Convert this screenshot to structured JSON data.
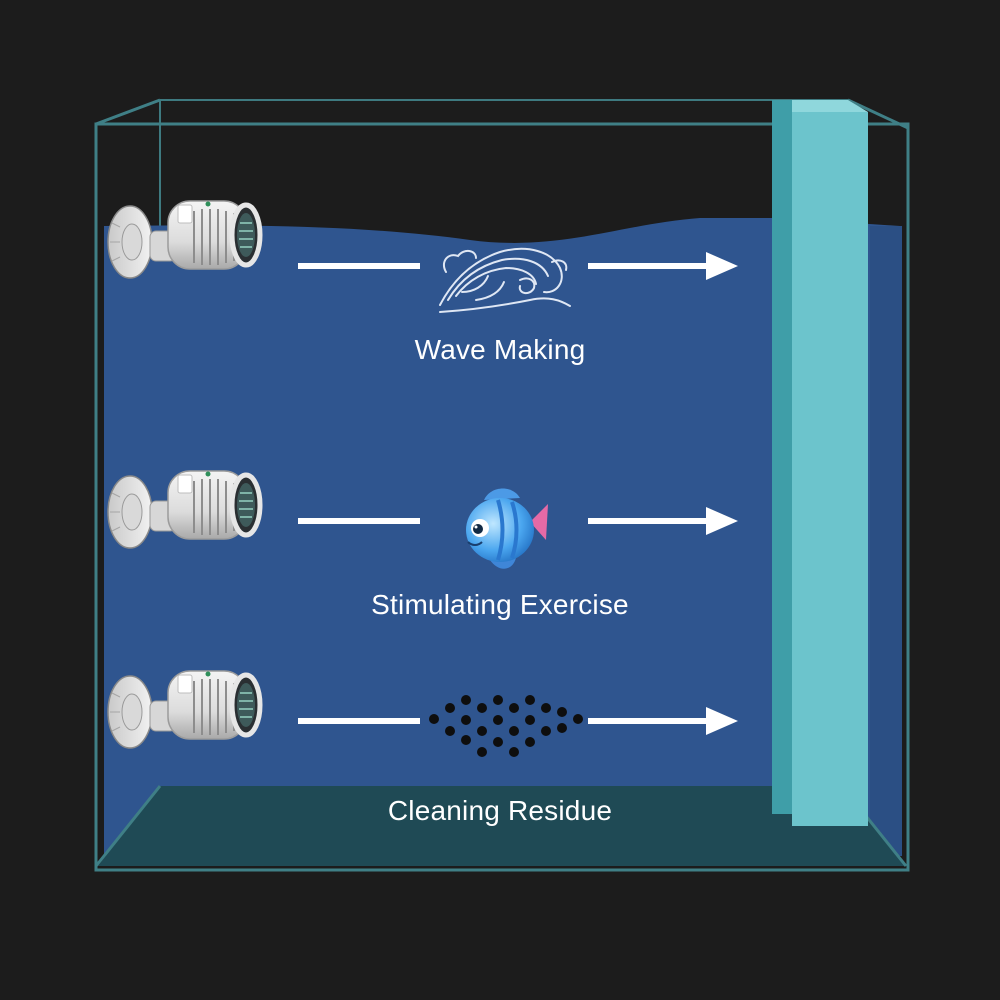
{
  "rows": [
    {
      "label": "Wave Making",
      "icon": "wave-icon"
    },
    {
      "label": "Stimulating Exercise",
      "icon": "fish-icon"
    },
    {
      "label": "Cleaning Residue",
      "icon": "residue-dots-icon"
    }
  ],
  "colors": {
    "background": "#1c1c1c",
    "water": "#2f558f",
    "floor": "#1f4a55",
    "glass_edge": "#3f7f86",
    "panel": "#6cc4cc",
    "arrow": "#ffffff",
    "text": "#ffffff"
  }
}
